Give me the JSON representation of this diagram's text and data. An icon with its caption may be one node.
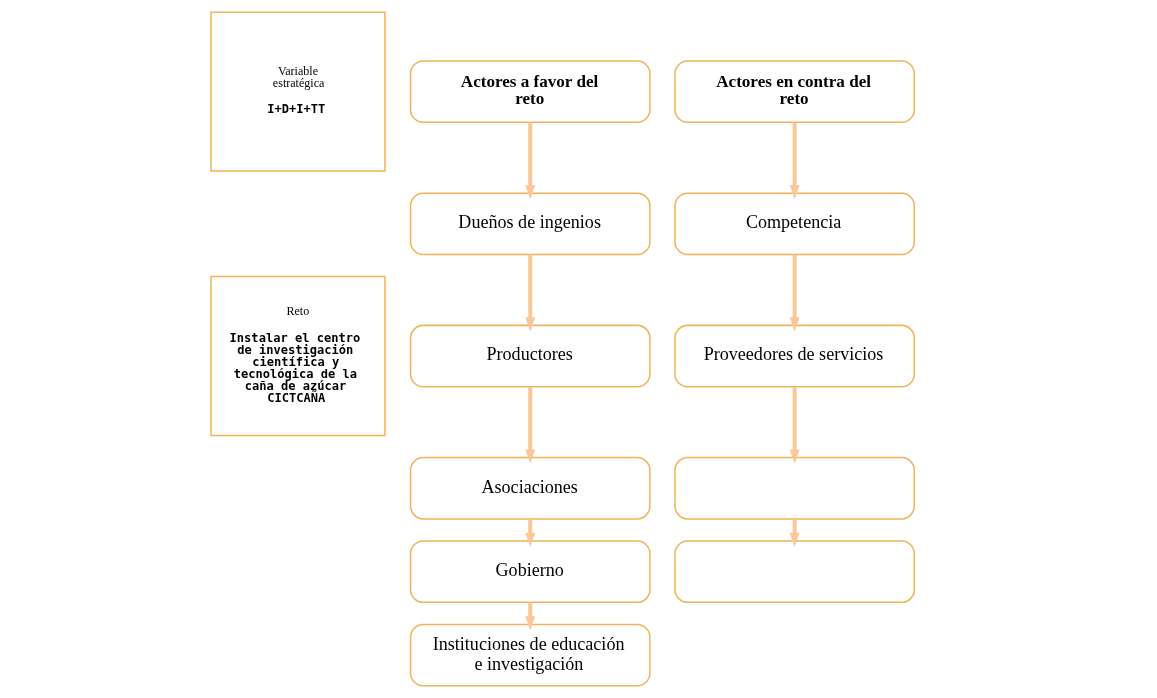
{
  "diagram": {
    "nodes": [
      {
        "text": [
          "Variable estratégica",
          "I+D+I+TT"
        ]
      },
      {
        "text": [
          "Reto",
          "Instalar el centro de investigación científica y tecnológica de la caña de azúcar CICTCAÑA"
        ]
      },
      {
        "text": [
          "Actores a favor del reto"
        ]
      },
      {
        "text": [
          "Dueños de ingenios"
        ]
      },
      {
        "text": [
          "Productores"
        ]
      },
      {
        "text": [
          "Asociaciones"
        ]
      },
      {
        "text": [
          "Gobierno"
        ]
      },
      {
        "text": [
          "Instituciones de educación e investigación"
        ]
      },
      {
        "text": [
          "Actores en contra del reto"
        ]
      },
      {
        "text": [
          "Competencia"
        ]
      },
      {
        "text": [
          "Proveedores de servicios"
        ]
      },
      {
        "text": [],
        "shape": "box"
      },
      {
        "text": [],
        "shape": "box"
      }
    ],
    "edges": [
      {
        "from": 2,
        "to": 3,
        "arrow": "to"
      },
      {
        "from": 3,
        "to": 4,
        "arrow": "to"
      },
      {
        "from": 4,
        "to": 5,
        "arrow": "to"
      },
      {
        "from": 5,
        "to": 6,
        "arrow": "to"
      },
      {
        "from": 6,
        "to": 7,
        "arrow": "to"
      },
      {
        "from": 8,
        "to": 9,
        "arrow": "to"
      },
      {
        "from": 9,
        "to": 10,
        "arrow": "to"
      },
      {
        "from": 10,
        "to": 11,
        "arrow": "to"
      },
      {
        "from": 11,
        "to": 12,
        "arrow": "to"
      }
    ]
  }
}
